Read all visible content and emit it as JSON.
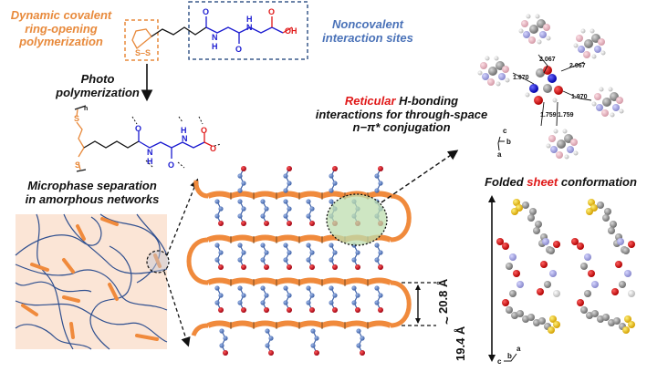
{
  "labels": {
    "dynamic_covalent": [
      "Dynamic covalent",
      "ring-opening",
      "polymerization"
    ],
    "noncovalent": [
      "Noncovalent",
      "interaction sites"
    ],
    "photo": [
      "Photo",
      "polymerization"
    ],
    "reticular_red": "Reticular",
    "reticular_rest": " H-bonding",
    "reticular_line2": "interactions for through-space",
    "reticular_line3": "n−π* conjugation",
    "microphase": [
      "Microphase separation",
      "in amorphous networks"
    ],
    "folded_1": "Folded ",
    "folded_red": "sheet",
    "folded_2": " conformation",
    "spacing_1": "20.8 Å",
    "spacing_tilde": "~",
    "spacing_2": "19.4 Å"
  },
  "monomer_chem": {
    "disulfide": "S–S",
    "o1": "O",
    "n1": "N",
    "h1": "H",
    "h2": "H",
    "n2": "N",
    "o2": "O",
    "o3": "O",
    "oh": "OH"
  },
  "polymer_chem": {
    "s_top": "S",
    "s_bottom": "S",
    "n_sub": "n",
    "o1": "O",
    "n1": "N",
    "h1": "H",
    "h2": "H",
    "n2": "N",
    "o2": "O",
    "o3": "O",
    "o4": "O"
  },
  "crystal_hbond_distances": [
    "2.067",
    "2.067",
    "1.970",
    "1.970",
    "1.759",
    "1.759"
  ],
  "axes_top": {
    "a": "a",
    "b": "b",
    "c": "c"
  },
  "axes_bottom": {
    "a": "a",
    "b": "b",
    "c": "c"
  },
  "colors": {
    "orange": "#e88a3c",
    "blue_text": "#4a72b8",
    "chem_blue": "#1a1ad0",
    "red": "#e01818",
    "network_bg": "#fbe5d6",
    "chain_blue": "#2f4f8f",
    "sheet_orange": "#f08a3c",
    "highlight_green": "#cfe6c2"
  }
}
